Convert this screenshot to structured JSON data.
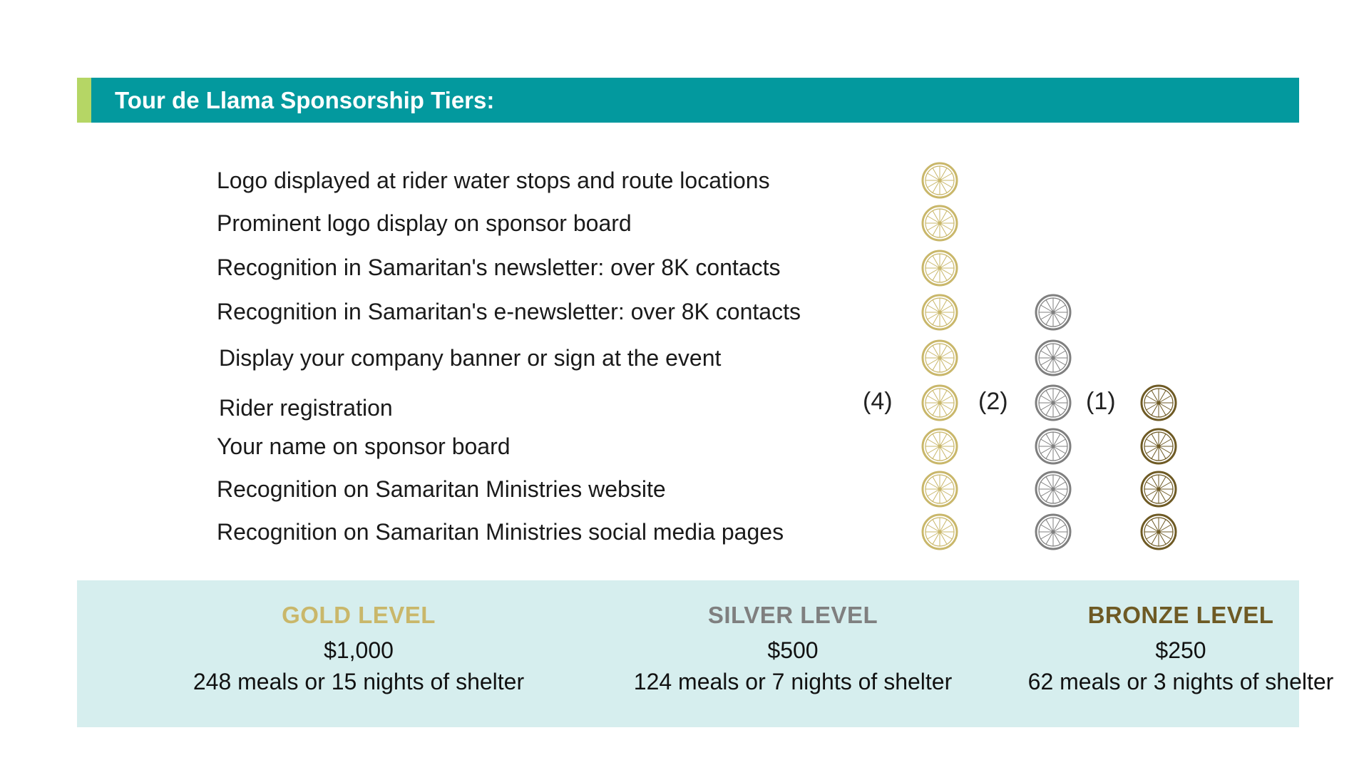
{
  "header": {
    "title": "Tour de Llama Sponsorship Tiers:"
  },
  "colors": {
    "gold": "#c9b76a",
    "silver": "#7f7f7f",
    "bronze": "#6e5a24",
    "header_bg": "#03999e",
    "header_accent": "#b5d665",
    "tier_panel_bg": "#d6eeee"
  },
  "benefits": [
    {
      "label": "Logo displayed at rider water stops and route locations",
      "tiers": [
        "gold"
      ]
    },
    {
      "label": "Prominent logo display on sponsor board",
      "tiers": [
        "gold"
      ]
    },
    {
      "label": "Recognition in Samaritan's newsletter: over 8K contacts",
      "tiers": [
        "gold"
      ]
    },
    {
      "label": "Recognition in Samaritan's e-newsletter: over 8K contacts",
      "tiers": [
        "gold",
        "silver"
      ]
    },
    {
      "label": "Display your company banner or sign at the event",
      "tiers": [
        "gold",
        "silver"
      ]
    },
    {
      "label": "Rider registration",
      "tiers": [
        "gold",
        "silver",
        "bronze"
      ],
      "counts": {
        "gold": "(4)",
        "silver": "(2)",
        "bronze": "(1)"
      }
    },
    {
      "label": "Your name on sponsor board",
      "tiers": [
        "gold",
        "silver",
        "bronze"
      ]
    },
    {
      "label": "Recognition on Samaritan Ministries website",
      "tiers": [
        "gold",
        "silver",
        "bronze"
      ]
    },
    {
      "label": "Recognition on Samaritan Ministries social media pages",
      "tiers": [
        "gold",
        "silver",
        "bronze"
      ]
    }
  ],
  "tiers": [
    {
      "key": "gold",
      "name": "GOLD LEVEL",
      "price": "$1,000",
      "impact": "248 meals or 15 nights of shelter"
    },
    {
      "key": "silver",
      "name": "SILVER LEVEL",
      "price": "$500",
      "impact": "124 meals or 7 nights of shelter"
    },
    {
      "key": "bronze",
      "name": "BRONZE LEVEL",
      "price": "$250",
      "impact": "62 meals or 3 nights of shelter"
    }
  ],
  "icons": {
    "benefit_marker": "bicycle-wheel-icon"
  }
}
